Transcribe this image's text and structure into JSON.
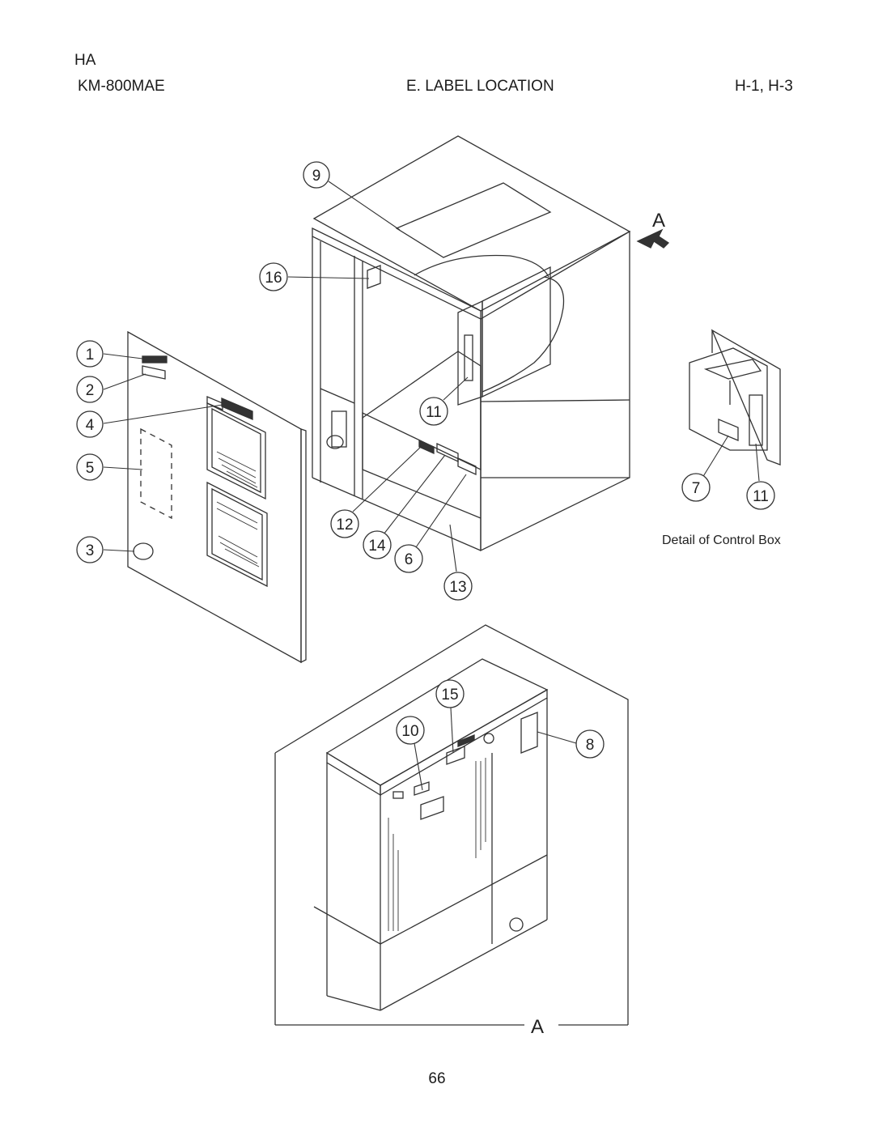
{
  "header": {
    "brand": "HA",
    "model": "KM-800MAE",
    "section_title": "E. LABEL LOCATION",
    "page_ref": "H-1, H-3"
  },
  "diagram": {
    "callouts": [
      "1",
      "2",
      "3",
      "4",
      "5",
      "6",
      "7",
      "8",
      "9",
      "10",
      "11",
      "11",
      "12",
      "13",
      "14",
      "15",
      "16"
    ],
    "view_marker": "A",
    "view_marker_bottom": "A",
    "detail_caption": "Detail of Control Box"
  },
  "footer": {
    "page_number": "66"
  }
}
